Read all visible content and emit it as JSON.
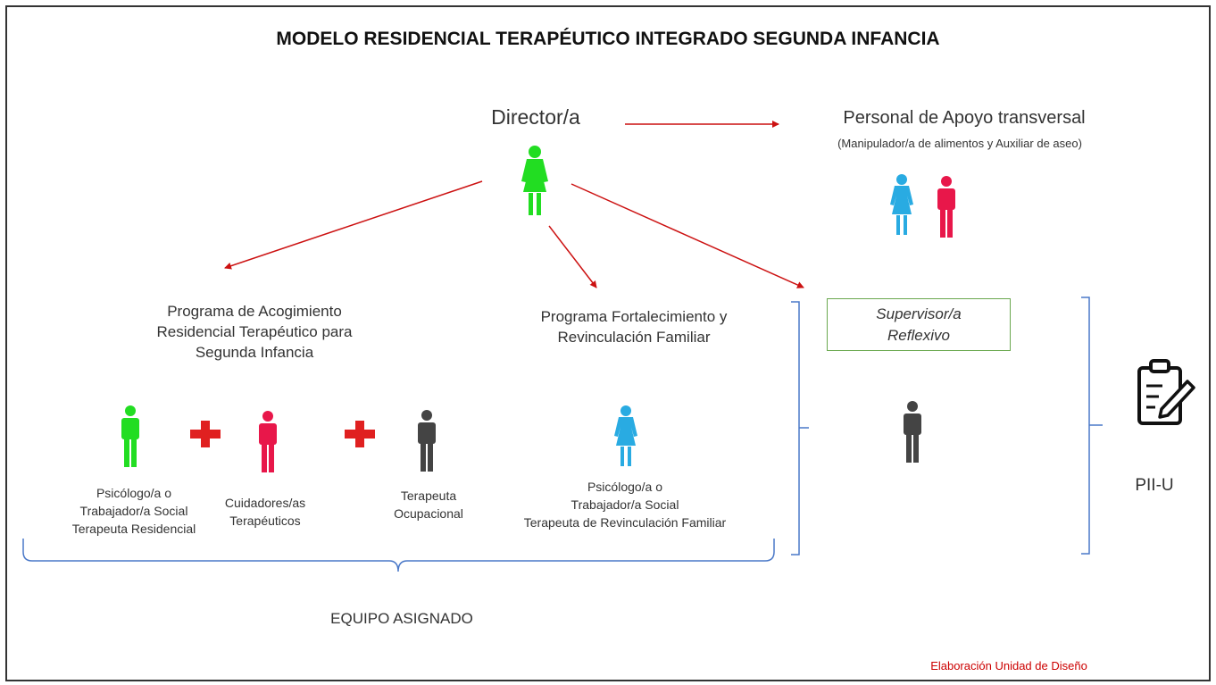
{
  "title": "MODELO RESIDENCIAL TERAPÉUTICO INTEGRADO SEGUNDA INFANCIA",
  "director": {
    "label": "Director/a",
    "icon": "person-female-icon",
    "color": "#22dd22"
  },
  "support_staff": {
    "title": "Personal de Apoyo transversal",
    "subtitle": "(Manipulador/a de alimentos y Auxiliar de aseo)",
    "icons": [
      {
        "name": "person-female-icon",
        "color": "#29abe2"
      },
      {
        "name": "person-male-icon",
        "color": "#e8174a"
      }
    ]
  },
  "program_residential": {
    "lines": [
      "Programa de Acogimiento",
      "Residencial Terapéutico para",
      "Segunda Infancia"
    ]
  },
  "program_family": {
    "lines": [
      "Programa Fortalecimiento y",
      "Revinculación Familiar"
    ]
  },
  "supervisor": {
    "lines": [
      "Supervisor/a",
      "Reflexivo"
    ],
    "color": "#6aa84f"
  },
  "roles": [
    {
      "lines": [
        "Psicólogo/a o",
        "Trabajador/a Social",
        "Terapeuta Residencial"
      ],
      "color": "#22dd22"
    },
    {
      "lines": [
        "Cuidadores/as",
        "Terapéuticos"
      ],
      "color": "#e8174a"
    },
    {
      "lines": [
        "Terapeuta",
        "Ocupacional"
      ],
      "color": "#444444"
    },
    {
      "lines": [
        "Psicólogo/a o",
        "Trabajador/a Social",
        "Terapeuta de Revinculación Familiar"
      ],
      "color": "#29abe2"
    }
  ],
  "plus_color": "#e02020",
  "arrow_color": "#cc1111",
  "bracket_color": "#4a78c8",
  "team_label": "EQUIPO ASIGNADO",
  "pii_label": "PII-U",
  "pii_icon": "clipboard-edit-icon",
  "credit": "Elaboración Unidad de Diseño"
}
